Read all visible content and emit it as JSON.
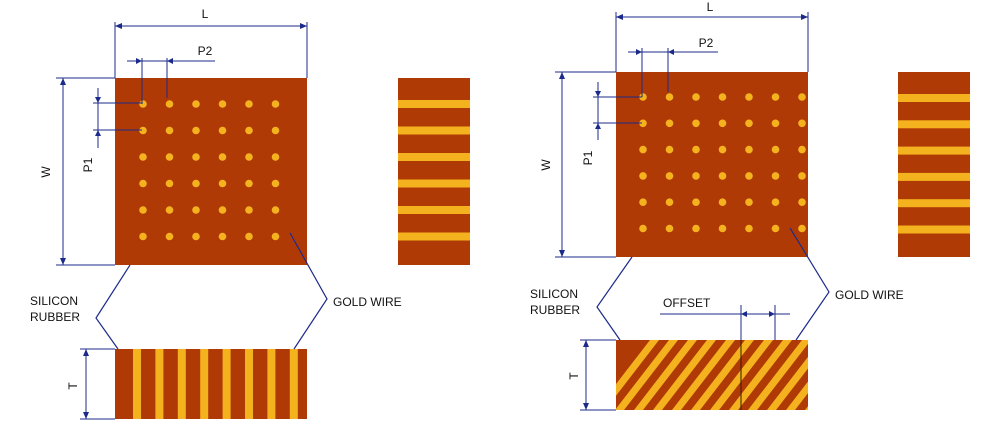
{
  "colors": {
    "rubber": "#b03a06",
    "gold": "#f3b21e",
    "dimension": "#1c2b8a",
    "text": "#111111"
  },
  "left_figure": {
    "label_length": "L",
    "label_pitch_2": "P2",
    "label_width": "W",
    "label_pitch_1": "P1",
    "label_thickness": "T",
    "label_silicon": [
      "SILICON",
      "RUBBER"
    ],
    "label_gold": "GOLD WIRE",
    "dot_grid": {
      "rows": 6,
      "cols": 6
    },
    "side_stripes": 6,
    "bottom_stripes": 8,
    "wire_style": "straight"
  },
  "right_figure": {
    "label_length": "L",
    "label_pitch_2": "P2",
    "label_width": "W",
    "label_pitch_1": "P1",
    "label_thickness": "T",
    "label_silicon": [
      "SILICON",
      "RUBBER"
    ],
    "label_gold": "GOLD WIRE",
    "label_offset": "OFFSET",
    "dot_grid": {
      "rows": 6,
      "cols": 7
    },
    "side_stripes": 6,
    "bottom_stripes": 13,
    "wire_style": "slanted"
  }
}
